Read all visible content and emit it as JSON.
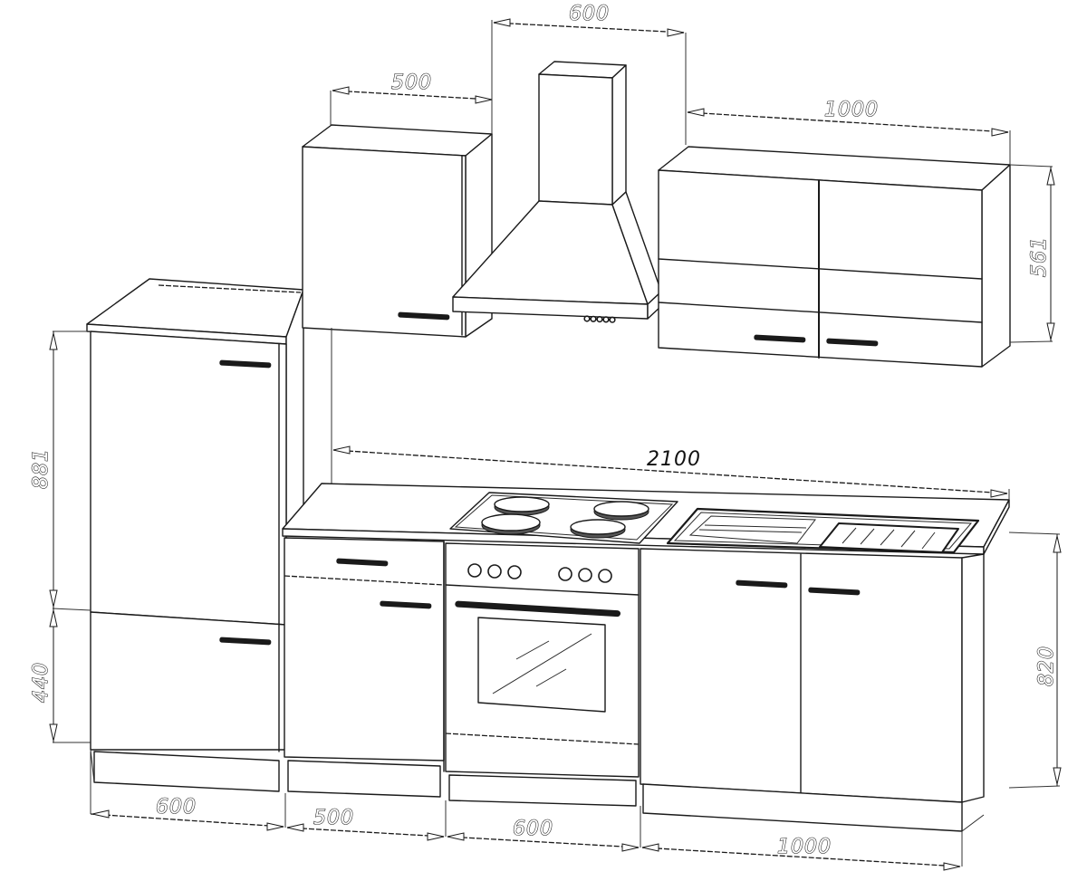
{
  "diagram": {
    "title": "Kitchen block technical drawing",
    "units": "mm",
    "line_color": "#1a1a1a",
    "background": "#ffffff"
  },
  "dimensions": {
    "top_hood_width": "600",
    "top_left_wall_cabinet_width": "500",
    "top_right_wall_cabinet_width": "1000",
    "wall_cabinet_height": "561",
    "total_width": "2100",
    "base_height": "820",
    "tall_upper_height": "881",
    "tall_lower_height": "440",
    "bottom_tall_cabinet_width": "600",
    "bottom_drawer_cabinet_width": "500",
    "bottom_oven_width": "600",
    "bottom_sink_cabinet_width": "1000"
  },
  "components": [
    {
      "id": "tall-fridge-cabinet",
      "label": "Tall fridge cabinet",
      "width": "600"
    },
    {
      "id": "wall-cabinet-left",
      "label": "Wall cabinet",
      "width": "500"
    },
    {
      "id": "extractor-hood",
      "label": "Chimney extractor hood",
      "width": "600",
      "buttons": 5
    },
    {
      "id": "wall-cabinet-right",
      "label": "Double wall cabinet",
      "width": "1000"
    },
    {
      "id": "drawer-base-cabinet",
      "label": "Drawer base cabinet",
      "width": "500"
    },
    {
      "id": "oven",
      "label": "Built-in oven",
      "width": "600",
      "knobs": 6
    },
    {
      "id": "hob",
      "label": "Electric hob",
      "burners": 4
    },
    {
      "id": "sink",
      "label": "Sink with drainer"
    },
    {
      "id": "sink-base-cabinet",
      "label": "Sink base cabinet",
      "width": "1000"
    }
  ]
}
